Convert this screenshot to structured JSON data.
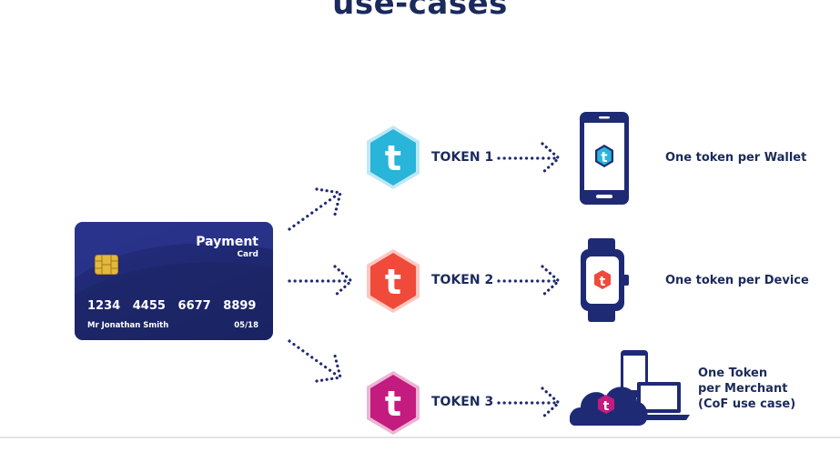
{
  "heading": "use-cases",
  "card": {
    "title": "Payment",
    "subtitle": "Card",
    "number": "1234   4455   6677   8899",
    "holder": "Mr Jonathan Smith",
    "expiry": "05/18",
    "color": "#1f2a74"
  },
  "tokens": [
    {
      "letter": "t",
      "label": "TOKEN 1",
      "color": "#29b4d9"
    },
    {
      "letter": "t",
      "label": "TOKEN 2",
      "color": "#ef4a3a"
    },
    {
      "letter": "t",
      "label": "TOKEN 3",
      "color": "#c41b7e"
    }
  ],
  "use_cases": [
    {
      "label": "One token per Wallet",
      "device": "smartphone-icon"
    },
    {
      "label": "One token per Device",
      "device": "smartwatch-icon"
    },
    {
      "lines": [
        "One Token",
        "per Merchant",
        "(CoF use case)"
      ],
      "device": "cloud-devices-icon"
    }
  ],
  "colors": {
    "navy": "#1b2a5c",
    "dots": "#1f2a74"
  }
}
